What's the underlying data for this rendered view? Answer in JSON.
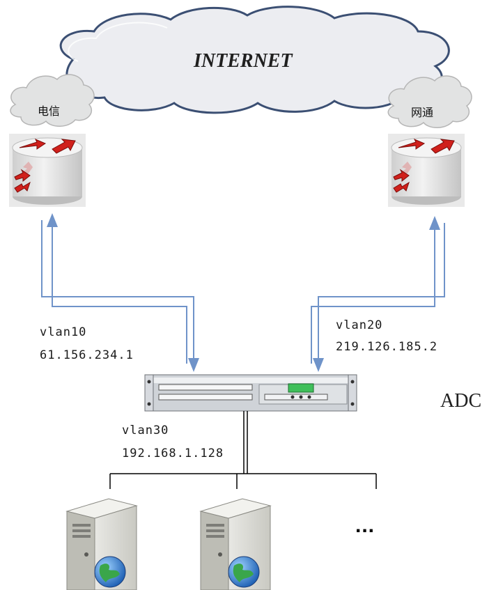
{
  "internet": {
    "label": "INTERNET"
  },
  "isp_left": {
    "label": "电信"
  },
  "isp_right": {
    "label": "网通"
  },
  "vlan10": {
    "name": "vlan10",
    "ip": "61.156.234.1"
  },
  "vlan20": {
    "name": "vlan20",
    "ip": "219.126.185.2"
  },
  "vlan30": {
    "name": "vlan30",
    "ip": "192.168.1.128"
  },
  "adc": {
    "label": "ADC"
  },
  "more_servers": {
    "label": "..."
  },
  "colors": {
    "link": "#6f93c9",
    "cloud_fill": "#ecedf1",
    "cloud_stroke": "#3b4f73",
    "small_cloud_fill": "#e2e3e3",
    "router_fill": "#e3e3e3",
    "router_arrow": "#d0201b",
    "line": "#000000"
  }
}
